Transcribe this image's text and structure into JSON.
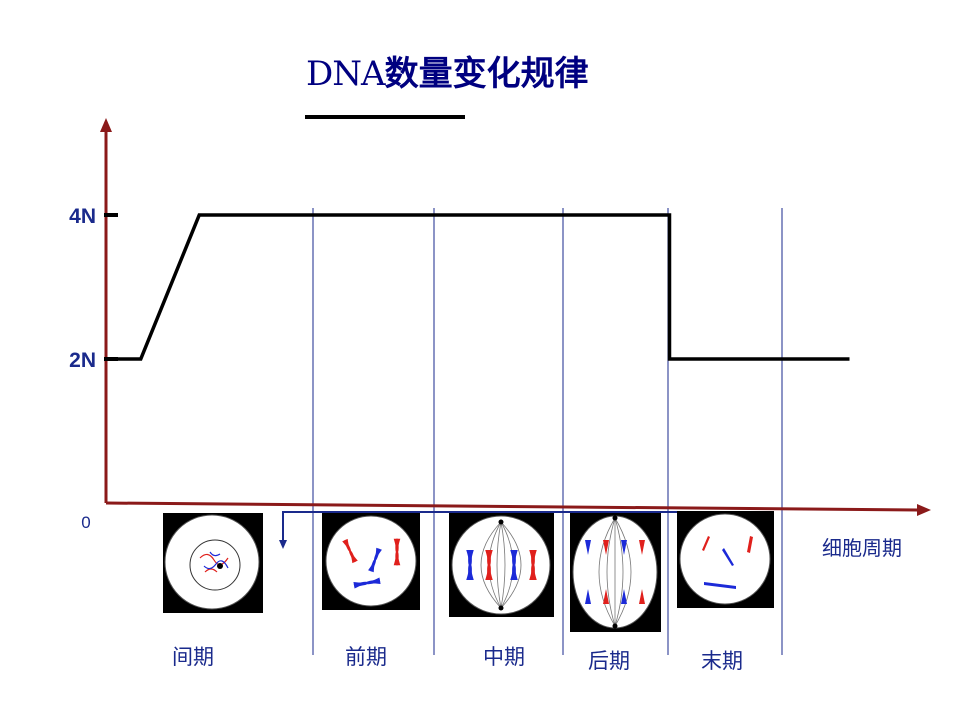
{
  "title": {
    "latin": "DNA",
    "cjk": "数量变化规律"
  },
  "chart_data": {
    "type": "line",
    "title": "DNA数量变化规律",
    "xlabel": "细胞周期",
    "ylabel": "",
    "origin_label": "0",
    "y_ticks": [
      "2N",
      "4N"
    ],
    "categories": [
      "间期",
      "前期",
      "中期",
      "后期",
      "末期"
    ],
    "series": [
      {
        "points": [
          {
            "x": 0.0,
            "y": 2
          },
          {
            "x": 0.3,
            "y": 2
          },
          {
            "x": 0.82,
            "y": 4
          },
          {
            "x": 5.0,
            "y": 4
          },
          {
            "x": 5.0,
            "y": 2
          },
          {
            "x": 6.6,
            "y": 2
          }
        ]
      }
    ],
    "colors": {
      "axis": "#8b1a1a",
      "curve": "#000000",
      "phase_divider": "#1a2a8c",
      "labels": "#1a2a8c",
      "chromosome_a": "#e0201c",
      "chromosome_b": "#1c2ad8"
    }
  },
  "cell_icons": [
    "interphase-cell",
    "prophase-cell",
    "metaphase-cell",
    "anaphase-cell",
    "telophase-cell"
  ]
}
